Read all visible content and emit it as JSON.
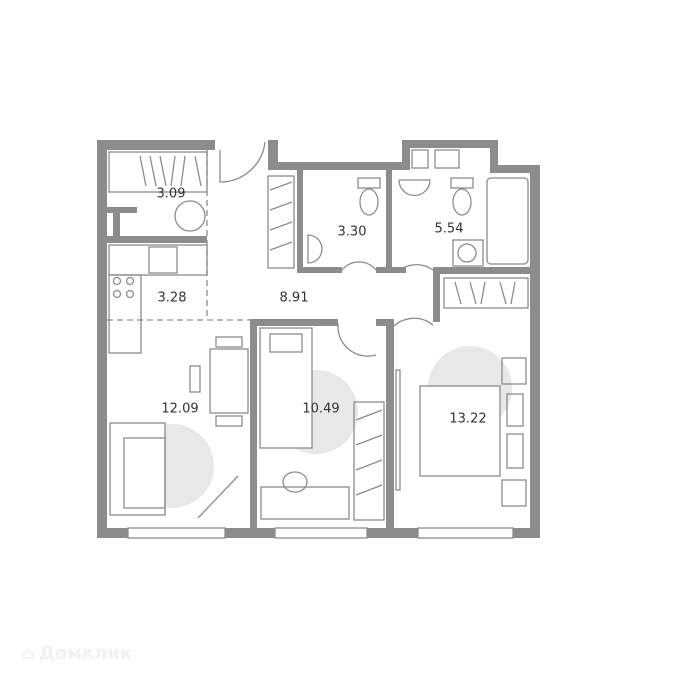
{
  "rooms": [
    {
      "id": "storage",
      "area": "3.09"
    },
    {
      "id": "wc",
      "area": "3.30"
    },
    {
      "id": "bathroom",
      "area": "5.54"
    },
    {
      "id": "kitchen",
      "area": "3.28"
    },
    {
      "id": "hall",
      "area": "8.91"
    },
    {
      "id": "living",
      "area": "12.09"
    },
    {
      "id": "bedroom-small",
      "area": "10.49"
    },
    {
      "id": "bedroom-large",
      "area": "13.22"
    }
  ],
  "watermark": "Домклик",
  "colors": {
    "wall": "#8c8c8c",
    "highlight": "#e8e8e8"
  }
}
